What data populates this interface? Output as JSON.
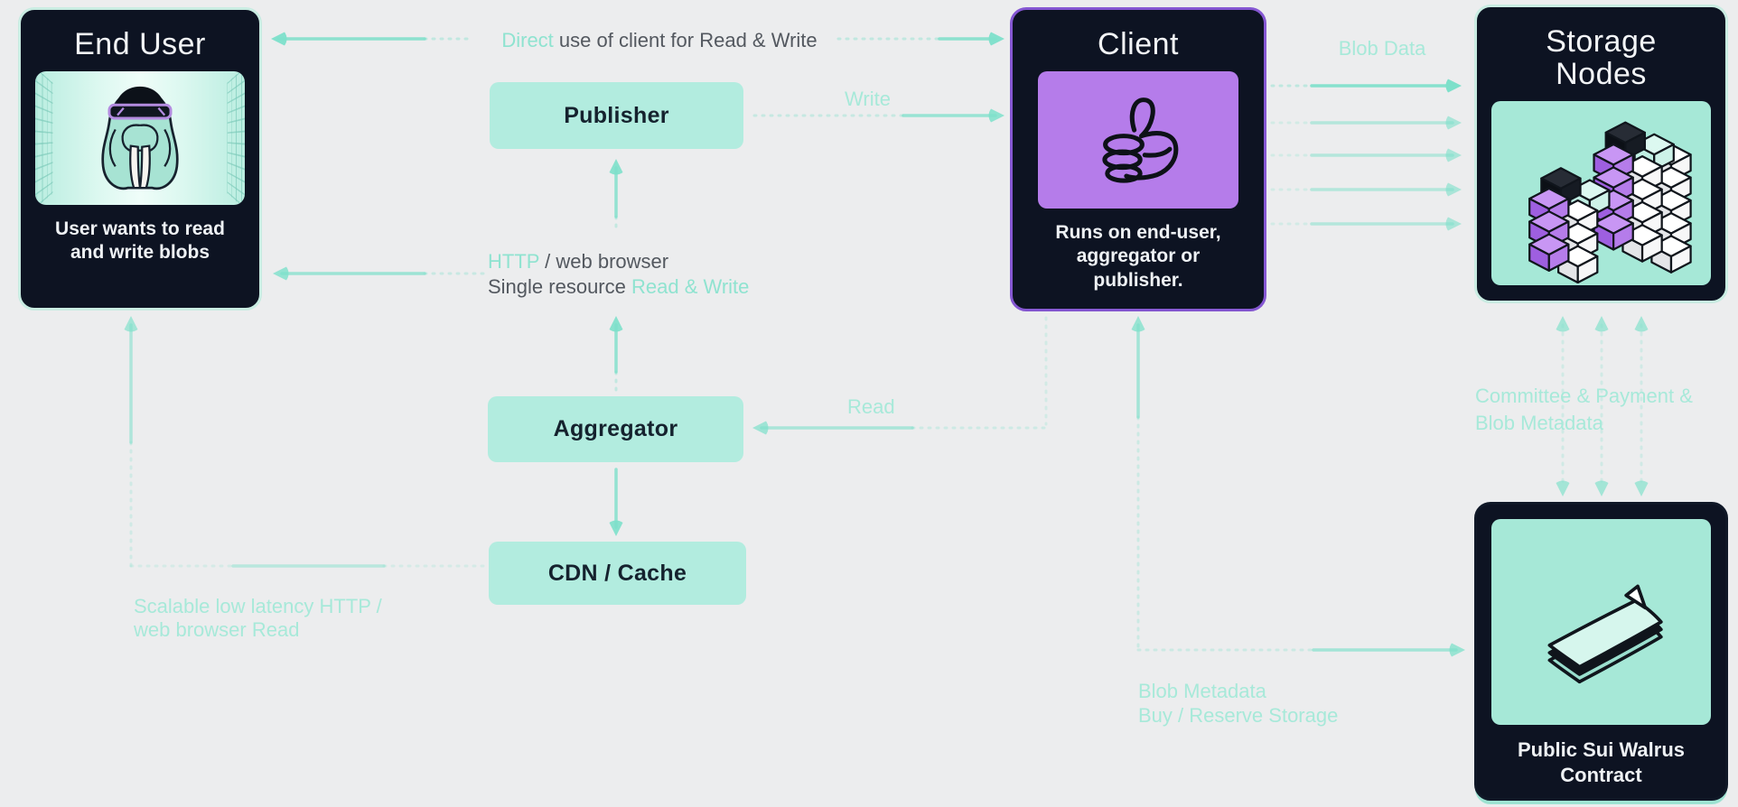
{
  "nodes": {
    "end_user": {
      "title": "End User",
      "caption": "User wants to read and write blobs",
      "icon": "walrus-avatar"
    },
    "publisher": {
      "label": "Publisher"
    },
    "aggregator": {
      "label": "Aggregator"
    },
    "cdn_cache": {
      "label": "CDN / Cache"
    },
    "client": {
      "title": "Client",
      "caption": "Runs on end-user, aggregator or publisher.",
      "icon": "thumbs-up"
    },
    "storage_nodes": {
      "title": "Storage Nodes",
      "icon": "storage-cubes"
    },
    "contract": {
      "title": "Public Sui Walrus Contract",
      "icon": "stacked-documents"
    }
  },
  "edge_labels": {
    "direct_highlight": "Direct",
    "direct_rest": " use of client for Read & Write",
    "write": "Write",
    "blob_data": "Blob Data",
    "http_highlight": "HTTP",
    "http_rest": " / web browser",
    "single_resource_rest": "Single resource ",
    "single_resource_highlight": "Read & Write",
    "read": "Read",
    "scalable_line1": "Scalable low latency HTTP /",
    "scalable_line2": "web browser Read",
    "committee_line1": "Committee & Payment &",
    "committee_line2": "Blob Metadata",
    "contract_line1": "Blob Metadata",
    "contract_line2": "Buy / Reserve Storage"
  },
  "colors": {
    "background": "#ecedee",
    "card_dark": "#0d1322",
    "card_teal_border": "#c9ece2",
    "client_purple_border": "#8557d2",
    "purple_panel": "#b57cea",
    "mint_pill": "#b2ecdf",
    "mint_panel": "#a6e8d7",
    "accent_teal": "#7de0ca",
    "label_teal": "#9ae5d3",
    "label_gray": "#53585f",
    "title_light": "#f2f4f6"
  }
}
